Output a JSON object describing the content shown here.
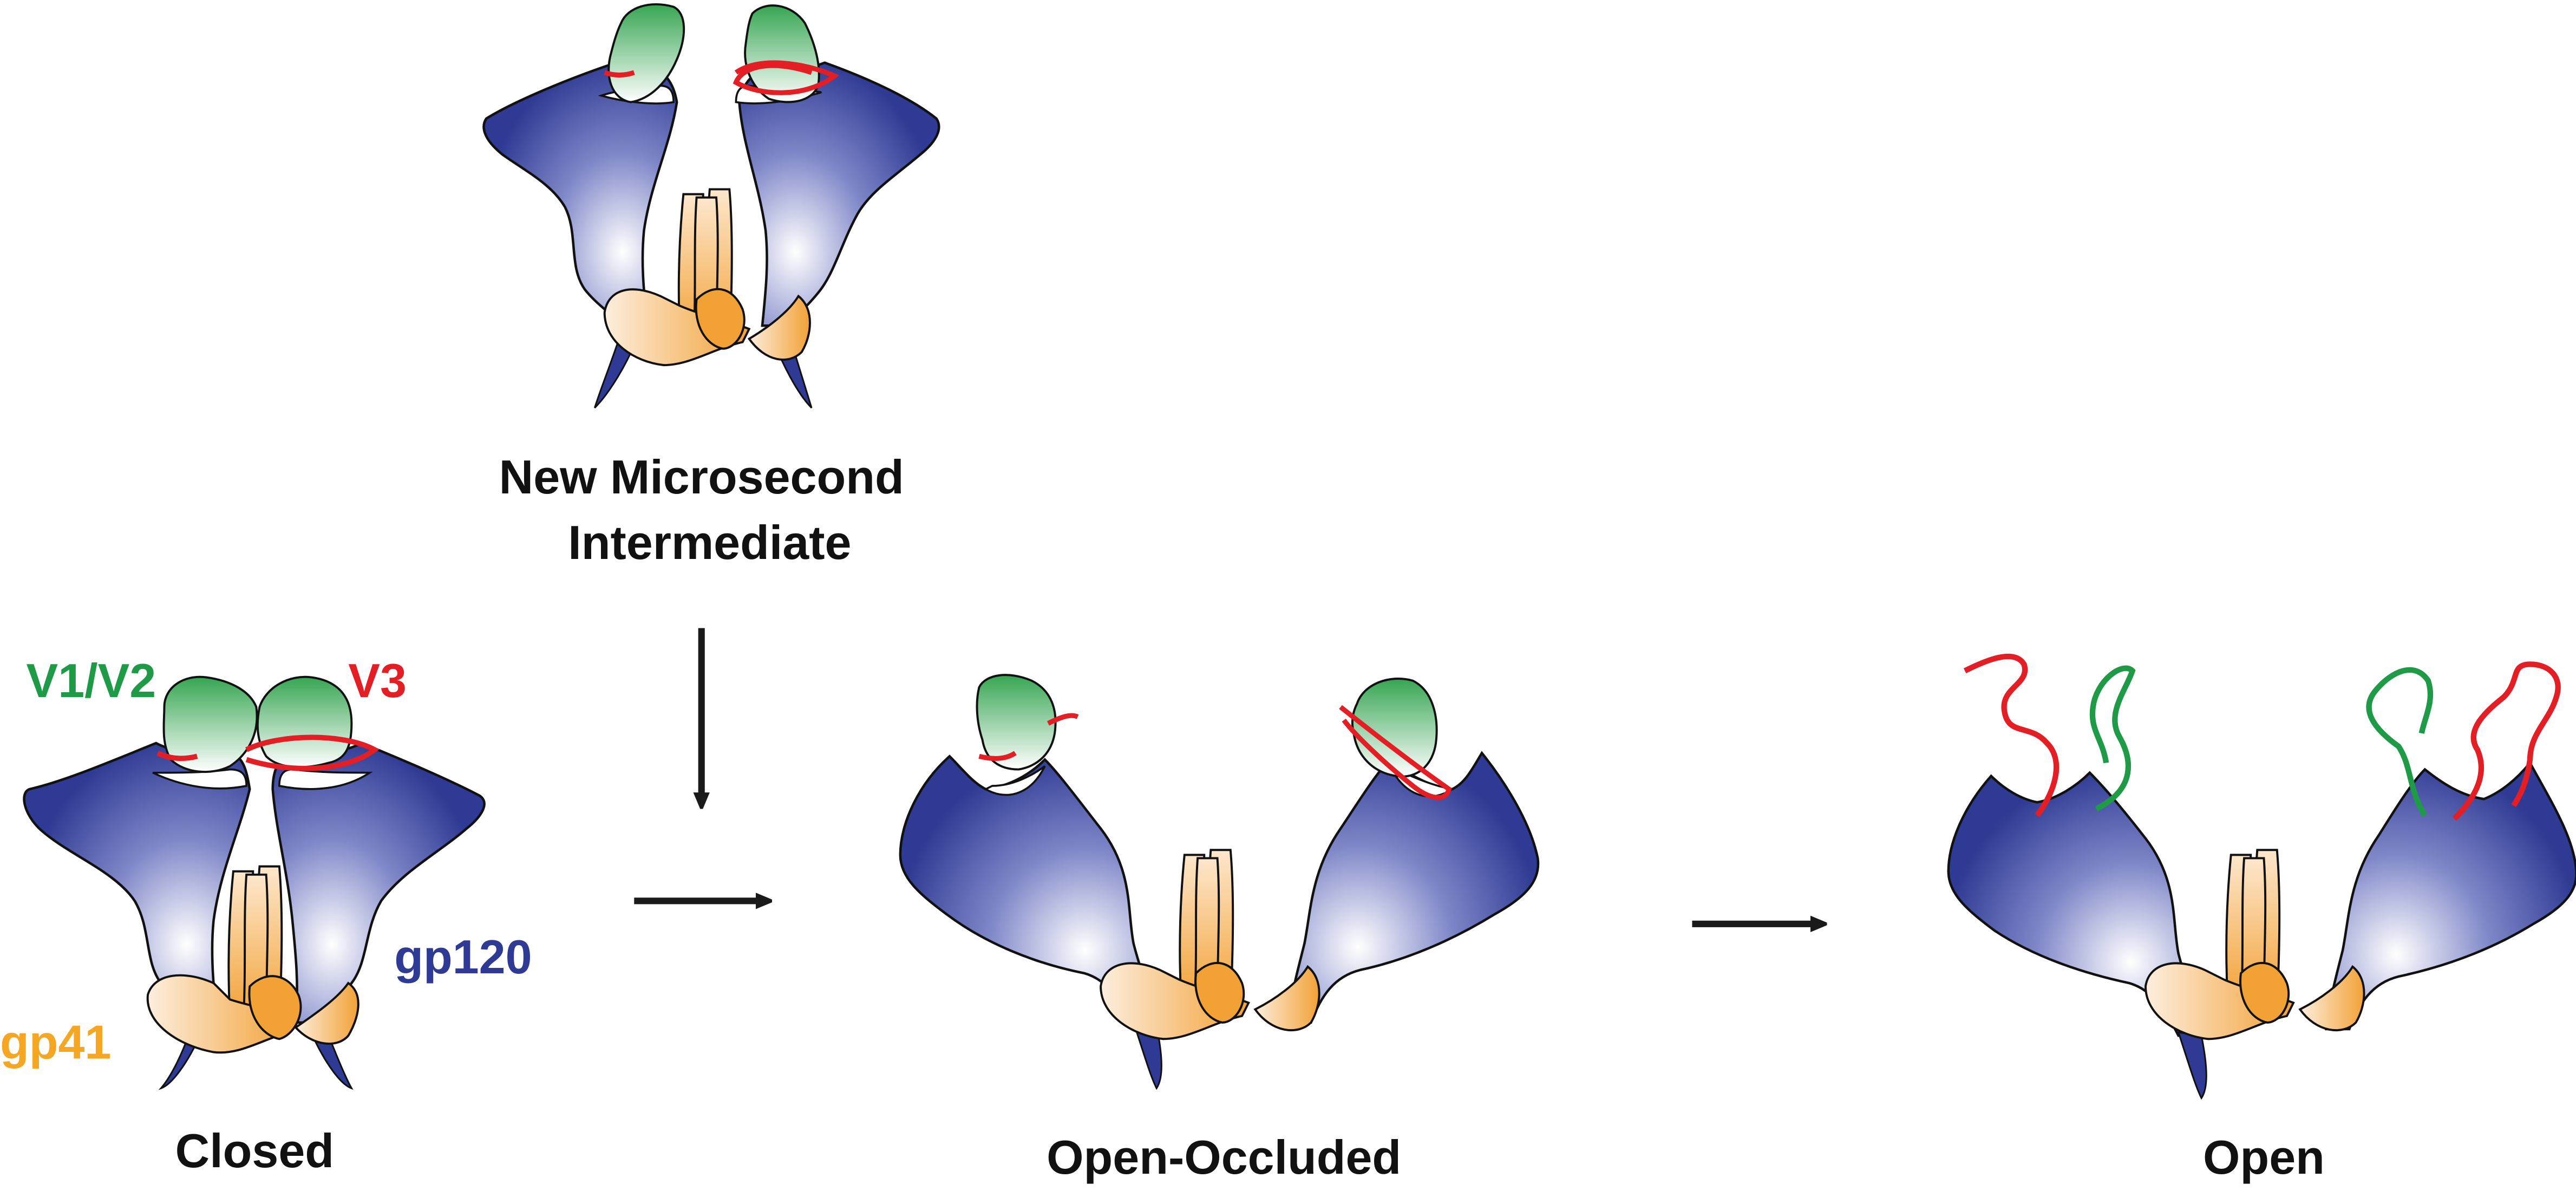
{
  "labels": {
    "intermediate_line1": "New Microsecond",
    "intermediate_line2": "Intermediate",
    "closed": "Closed",
    "open_occluded": "Open-Occluded",
    "open": "Open",
    "v1v2": "V1/V2",
    "v3": "V3",
    "gp120": "gp120",
    "gp41": "gp41"
  },
  "colors": {
    "gp120": "#2e3a93",
    "gp41": "#f2a135",
    "v1v2": "#1f9a47",
    "v3": "#e31e24",
    "label_v1v2": "#1f9a47",
    "label_v3": "#e31e24",
    "label_gp120": "#2e3a93",
    "label_gp41": "#f5a623",
    "arrow": "#1a1a1a"
  }
}
